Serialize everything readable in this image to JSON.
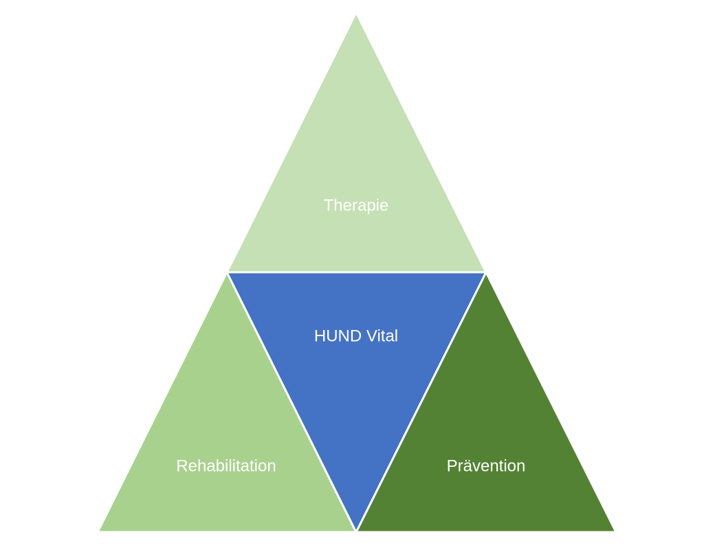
{
  "diagram": {
    "segments": {
      "top": {
        "label": "Therapie",
        "color": "#c5e0b4"
      },
      "center": {
        "label": "HUND Vital",
        "color": "#4472c4"
      },
      "left": {
        "label": "Rehabilitation",
        "color": "#a9d18e"
      },
      "right": {
        "label": "Prävention",
        "color": "#548235"
      }
    }
  }
}
